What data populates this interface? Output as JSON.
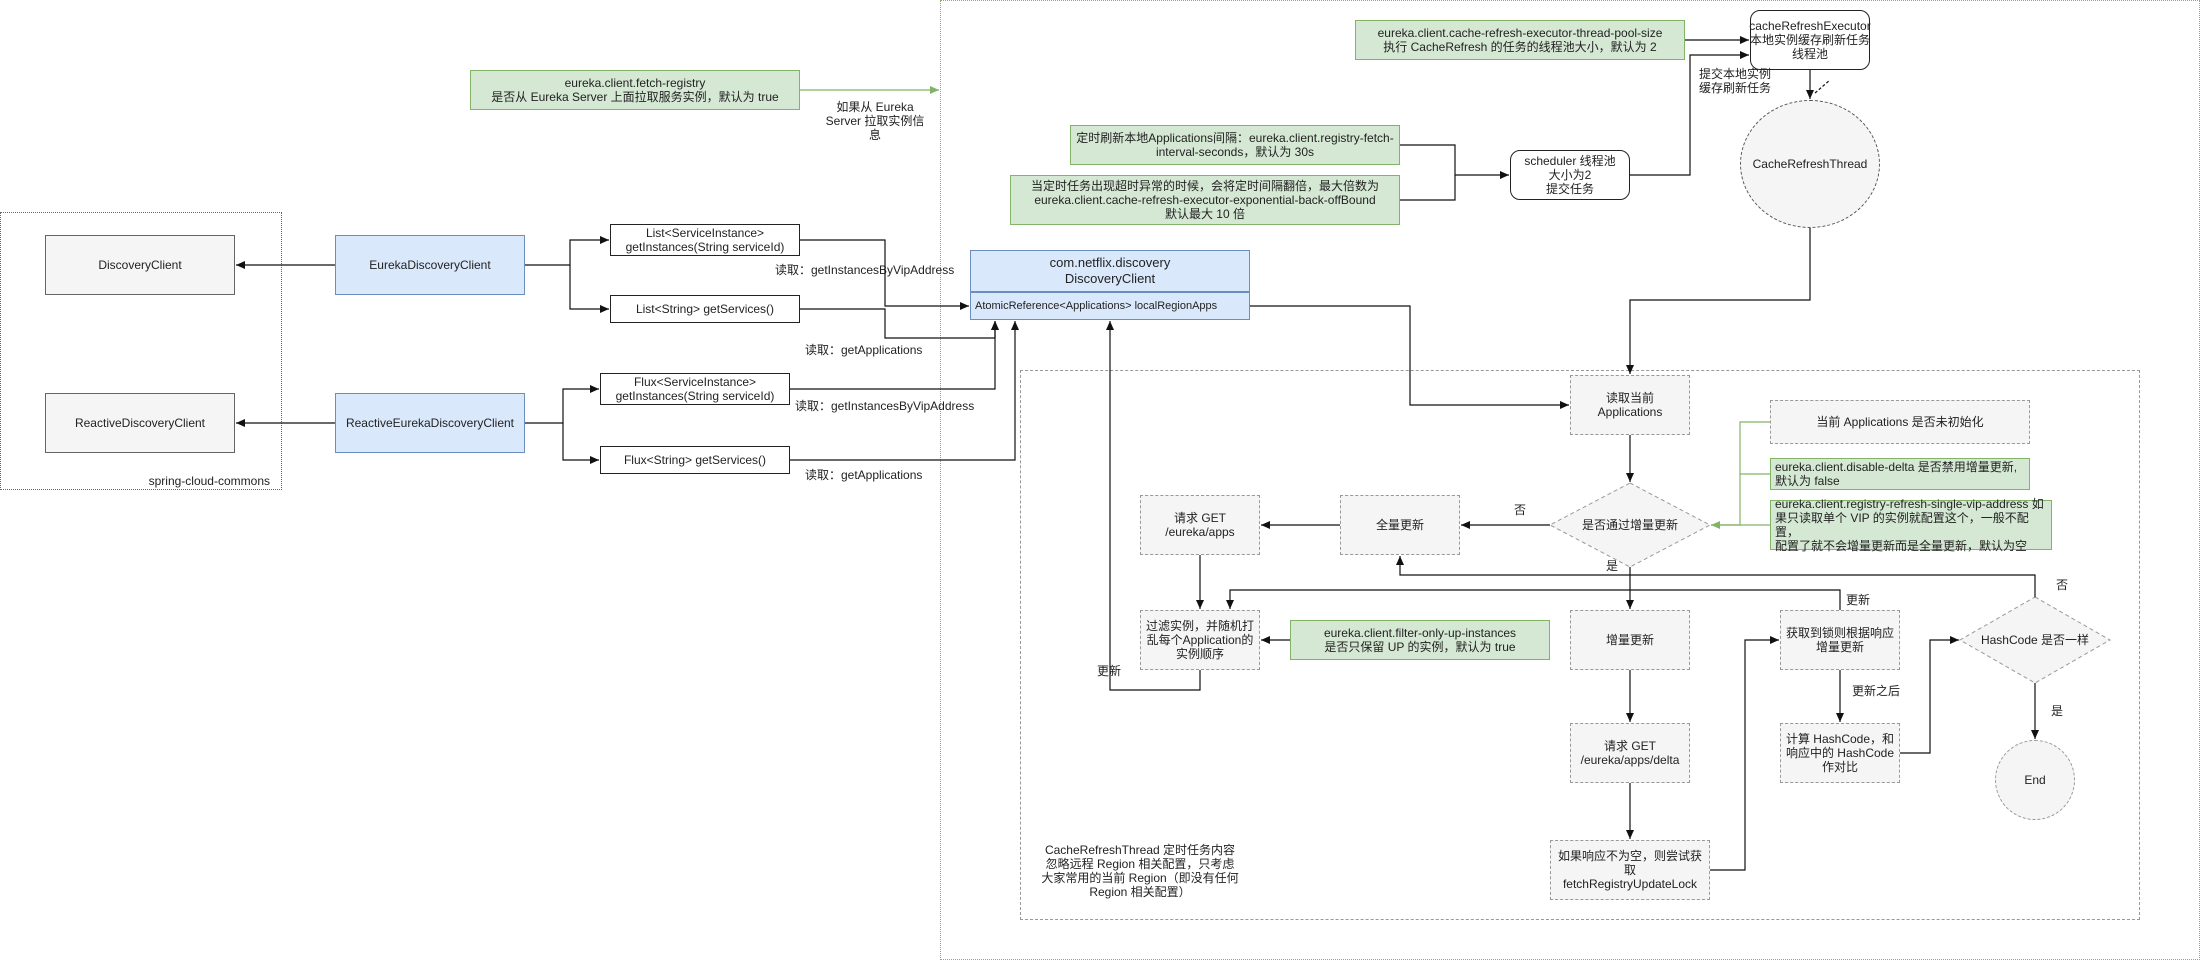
{
  "frames": {
    "spring_cloud_commons": "spring-cloud-commons",
    "cache_refresh_note": "CacheRefreshThread 定时任务内容\n忽略远程 Region 相关配置，只考虑\n大家常用的当前 Region（即没有任何\nRegion 相关配置）"
  },
  "nodes": {
    "discovery_client": "DiscoveryClient",
    "reactive_discovery_client": "ReactiveDiscoveryClient",
    "eureka_discovery_client": "EurekaDiscoveryClient",
    "reactive_eureka_discovery_client": "ReactiveEurekaDiscoveryClient",
    "get_instances": "List<ServiceInstance>\ngetInstances(String serviceId)",
    "get_services": "List<String> getServices()",
    "flux_get_instances": "Flux<ServiceInstance>\ngetInstances(String serviceId)",
    "flux_get_services": "Flux<String> getServices()",
    "fetch_registry": "eureka.client.fetch-registry\n是否从 Eureka Server 上面拉取服务实例，默认为 true",
    "netflix_client_title": "com.netflix.discovery\nDiscoveryClient",
    "netflix_client_field": "AtomicReference<Applications> localRegionApps",
    "pool_size": "eureka.client.cache-refresh-executor-thread-pool-size\n执行 CacheRefresh 的任务的线程池大小，默认为 2",
    "cache_refresh_executor": "cacheRefreshExecutor\n本地实例缓存刷新任务\n线程池",
    "cache_refresh_thread": "CacheRefreshThread",
    "fetch_interval": "定时刷新本地Applications间隔：eureka.client.registry-fetch-\ninterval-seconds，默认为 30s",
    "backoff": "当定时任务出现超时异常的时候，会将定时间隔翻倍，最大倍数为\neureka.client.cache-refresh-executor-exponential-back-offBound\n默认最大 10 倍",
    "scheduler": "scheduler 线程池\n大小为2\n提交任务",
    "read_apps": "读取当前 Applications",
    "apps_uninit": "当前 Applications 是否未初始化",
    "disable_delta": "eureka.client.disable-delta 是否禁用增量更新,\n默认为 false",
    "single_vip": "eureka.client.registry-refresh-single-vip-address 如\n果只读取单个 VIP 的实例就配置这个，一般不配置，\n配置了就不会增量更新而是全量更新，默认为空",
    "decision_delta": "是否通过增量更新",
    "full_update": "全量更新",
    "request_apps": "请求 GET\n/eureka/apps",
    "filter_shuffle": "过滤实例，并随机打\n乱每个Application的\n实例顺序",
    "filter_only_up": "eureka.client.filter-only-up-instances\n是否只保留 UP 的实例，默认为 true",
    "delta_update": "增量更新",
    "request_delta": "请求 GET\n/eureka/apps/delta",
    "try_lock": "如果响应不为空，则尝试获取\nfetchRegistryUpdateLock",
    "got_lock": "获取到锁则根据响应\n增量更新",
    "hashcode_calc": "计算 HashCode，和\n响应中的 HashCode\n作对比",
    "hashcode_same": "HashCode 是否一样",
    "end": "End"
  },
  "edge_labels": {
    "read_instances_1": "读取：getInstancesByVipAddress",
    "read_apps_1": "读取：getApplications",
    "read_instances_2": "读取：getInstancesByVipAddress",
    "read_apps_2": "读取：getApplications",
    "fetch_if": "如果从 Eureka\nServer 拉取实例信\n息",
    "submit_task": "提交本地实例\n缓存刷新任务",
    "no_1": "否",
    "yes_1": "是",
    "update_1": "更新",
    "update_2": "更新",
    "after_update": "更新之后",
    "no_2": "否",
    "yes_2": "是"
  }
}
